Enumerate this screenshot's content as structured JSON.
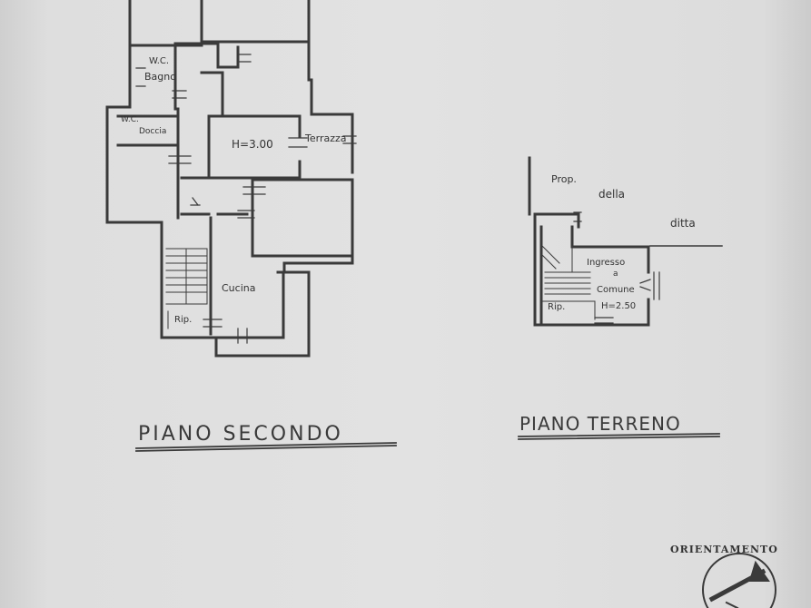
{
  "drawing": {
    "colors": {
      "line": "#3a3a3a",
      "paper": "#e0e0e0"
    },
    "second_floor": {
      "label": "PIANO SECONDO",
      "rooms": {
        "wc_bagno_wc": "W.C.",
        "wc_bagno": "Bagno",
        "wc_doccia_wc": "W.C.",
        "wc_doccia": "Doccia",
        "height": "H=3.00",
        "terrazza": "Terrazza",
        "cucina": "Cucina",
        "rip": "Rip."
      }
    },
    "ground_floor": {
      "label": "PIANO TERRENO",
      "neighbor_prop": "Prop.",
      "neighbor_della": "della",
      "neighbor_ditta": "ditta",
      "ingresso": "Ingresso",
      "a": "a",
      "comune": "Comune",
      "height": "H=2.50",
      "rip": "Rip."
    },
    "orientation_label": "ORIENTAMENTO",
    "icons": {
      "compass": "compass-icon"
    }
  }
}
